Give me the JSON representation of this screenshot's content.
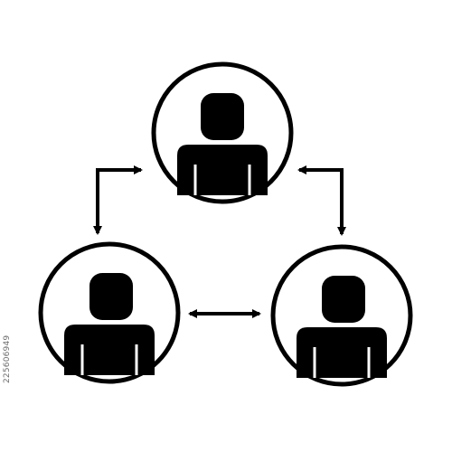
{
  "colors": {
    "background": "#ffffff",
    "ink": "#000000",
    "watermark_text": "#6b6b6b"
  },
  "nodes": [
    {
      "id": "top",
      "icon": "person-icon"
    },
    {
      "id": "bottom-left",
      "icon": "person-icon"
    },
    {
      "id": "bottom-right",
      "icon": "person-icon"
    }
  ],
  "connections": [
    {
      "from": "top",
      "to": "bottom-left",
      "style": "elbow",
      "heads": "both"
    },
    {
      "from": "top",
      "to": "bottom-right",
      "style": "elbow",
      "heads": "both"
    },
    {
      "from": "bottom-left",
      "to": "bottom-right",
      "style": "straight",
      "heads": "both"
    }
  ],
  "watermark": {
    "image_id": "225606949"
  }
}
